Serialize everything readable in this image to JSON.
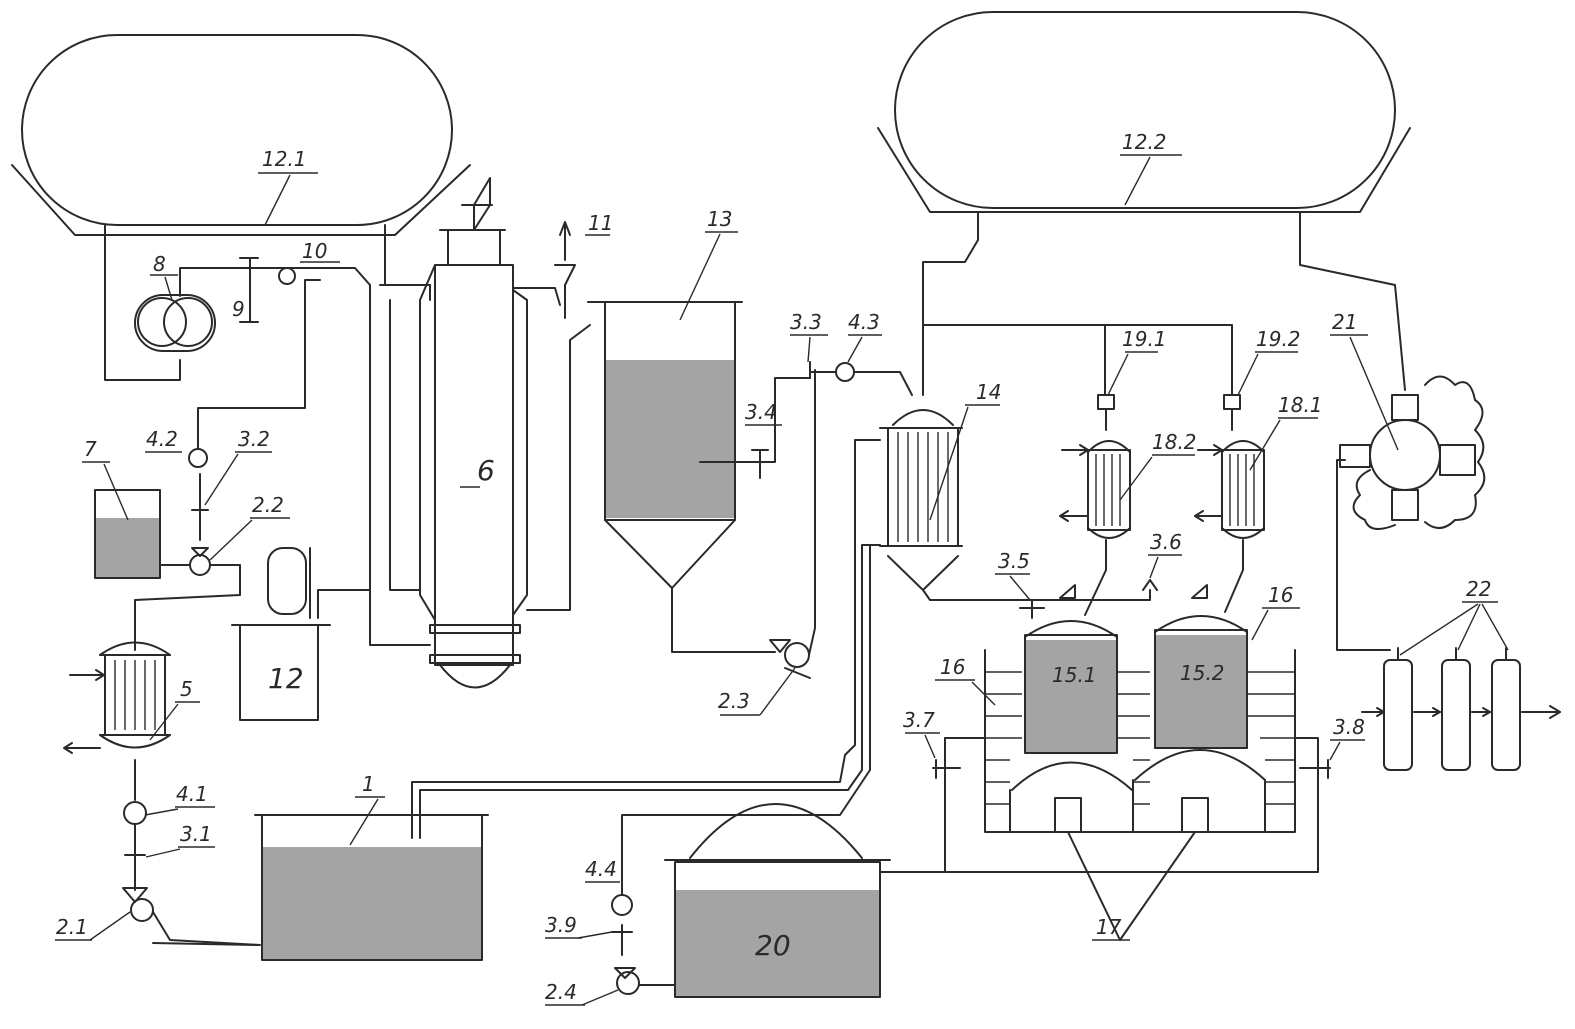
{
  "labels": {
    "l1": "1",
    "l2_1": "2.1",
    "l2_2": "2.2",
    "l2_3": "2.3",
    "l2_4": "2.4",
    "l3_1": "3.1",
    "l3_2": "3.2",
    "l3_3": "3.3",
    "l3_4": "3.4",
    "l3_5": "3.5",
    "l3_6": "3.6",
    "l3_7": "3.7",
    "l3_8": "3.8",
    "l3_9": "3.9",
    "l4_1": "4.1",
    "l4_2": "4.2",
    "l4_3": "4.3",
    "l4_4": "4.4",
    "l5": "5",
    "l6": "6",
    "l7": "7",
    "l8": "8",
    "l9": "9",
    "l10": "10",
    "l11": "11",
    "l12": "12",
    "l12_1": "12.1",
    "l12_2": "12.2",
    "l13": "13",
    "l14": "14",
    "l15_1": "15.1",
    "l15_2": "15.2",
    "l16a": "16",
    "l16b": "16",
    "l17": "17",
    "l18_1": "18.1",
    "l18_2": "18.2",
    "l19_1": "19.1",
    "l19_2": "19.2",
    "l20": "20",
    "l21": "21",
    "l22": "22"
  }
}
